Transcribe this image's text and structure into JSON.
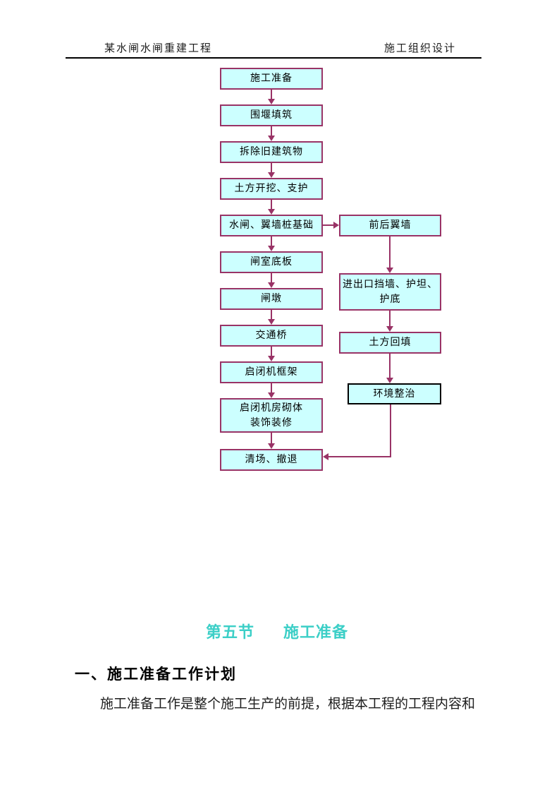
{
  "header": {
    "left": "某水闸水闸重建工程",
    "right": "施工组织设计"
  },
  "flowchart": {
    "colors": {
      "box_fill": "#CCFFFF",
      "box_border": "#993366",
      "environment_box_border": "#000000",
      "arrow": "#993366"
    },
    "main": [
      {
        "label": "施工准备"
      },
      {
        "label": "围堰填筑"
      },
      {
        "label": "拆除旧建筑物"
      },
      {
        "label": "土方开挖、支护"
      },
      {
        "label": "水闸、翼墙桩基础"
      },
      {
        "label": "闸室底板"
      },
      {
        "label": "闸墩"
      },
      {
        "label": "交通桥"
      },
      {
        "label": "启闭机框架"
      },
      {
        "label": "启闭机房砌体\n装饰装修"
      },
      {
        "label": "清场、撤退"
      }
    ],
    "branch": [
      {
        "label": "前后翼墙"
      },
      {
        "label": "进出口挡墙、护坦、\n护底"
      },
      {
        "label": "土方回填"
      },
      {
        "label": "环境整治"
      }
    ]
  },
  "section_heading": {
    "part": "第五节",
    "title": "施工准备",
    "color": "#3CCFC7"
  },
  "subheading": "一、施工准备工作计划",
  "paragraph": "施工准备工作是整个施工生产的前提，根据本工程的工程内容和"
}
